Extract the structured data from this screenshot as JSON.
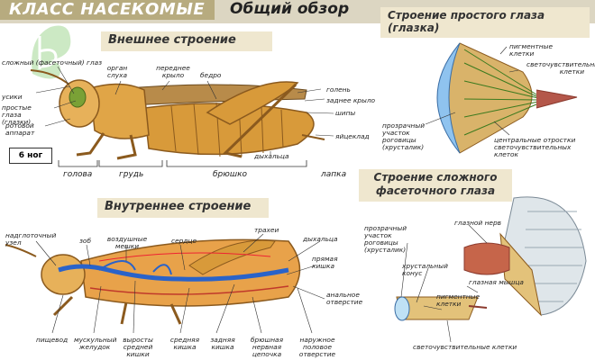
{
  "header": {
    "class_title": "КЛАСС НАСЕКОМЫЕ",
    "overview": "Общий обзор"
  },
  "sections": {
    "external": "Внешнее строение",
    "internal": "Внутреннее строение",
    "simple_eye": "Строение простого глаза (глазка)",
    "compound_eye": "Строение сложного фасеточного глаза"
  },
  "legs_badge": "6 ног",
  "external_labels": {
    "compound_eye": "сложный (фасеточный) глаз",
    "antennae": "усики",
    "simple_eyes": "простые глаза (глазки)",
    "mouth": "ротовой аппарат",
    "hearing": "орган слуха",
    "front_wing": "переднее крыло",
    "thigh": "бедро",
    "shin": "голень",
    "hind_wing": "заднее крыло",
    "spikes": "шипы",
    "ovipositor": "яйцеклад",
    "spiracles": "дыхальца",
    "head": "голова",
    "chest": "грудь",
    "abdomen": "брюшко",
    "foot": "лапка"
  },
  "internal_labels": {
    "supraesophageal": "надглоточный узел",
    "goiter": "зоб",
    "air_sacs": "воздушные мешки",
    "heart": "сердце",
    "trachea": "трахеи",
    "spiracle": "дыхальца",
    "rectum": "прямая кишка",
    "anus": "анальное отверстие",
    "esophagus": "пищевод",
    "stomach": "мускульный желудок",
    "midgut_outgrowths": "выросты средней кишки",
    "midgut": "средняя кишка",
    "hindgut": "задняя кишка",
    "nerve_chain": "брюшная нервная цепочка",
    "genital_opening": "наружное половое отверстие"
  },
  "simple_eye_labels": {
    "pigment": "пигментные клетки",
    "photo_cells": "светочувствительные клетки",
    "cornea": "прозрачный участок роговицы (хрусталик)",
    "processes": "центральные отростки светочувствительных клеток"
  },
  "compound_eye_labels": {
    "nerve": "глазной нерв",
    "cornea": "прозрачный участок роговицы (хрусталик)",
    "cone": "хрустальный конус",
    "muscle": "глазная мышца",
    "pigment": "пигментные клетки",
    "photo_cells": "светочувствительные клетки"
  },
  "colors": {
    "header_strip": "#b7ab7f",
    "section_bg": "#efe7cf",
    "insect_body": "#d89a3a",
    "insect_dark": "#8b5a1e",
    "gut": "#2a63c9"
  }
}
